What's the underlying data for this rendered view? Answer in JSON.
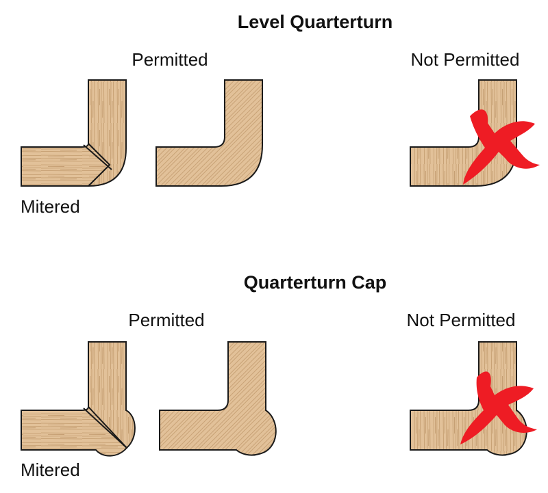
{
  "sections": {
    "level": {
      "title": "Level Quarterturn",
      "permitted": "Permitted",
      "not_permitted": "Not Permitted",
      "mitered": "Mitered"
    },
    "cap": {
      "title": "Quarterturn Cap",
      "permitted": "Permitted",
      "not_permitted": "Not Permitted",
      "mitered": "Mitered"
    }
  },
  "colors": {
    "wood": "#e2c199",
    "grain": "#b48a5c",
    "outline": "#1a1a1a",
    "cross": "#ee1c24"
  }
}
